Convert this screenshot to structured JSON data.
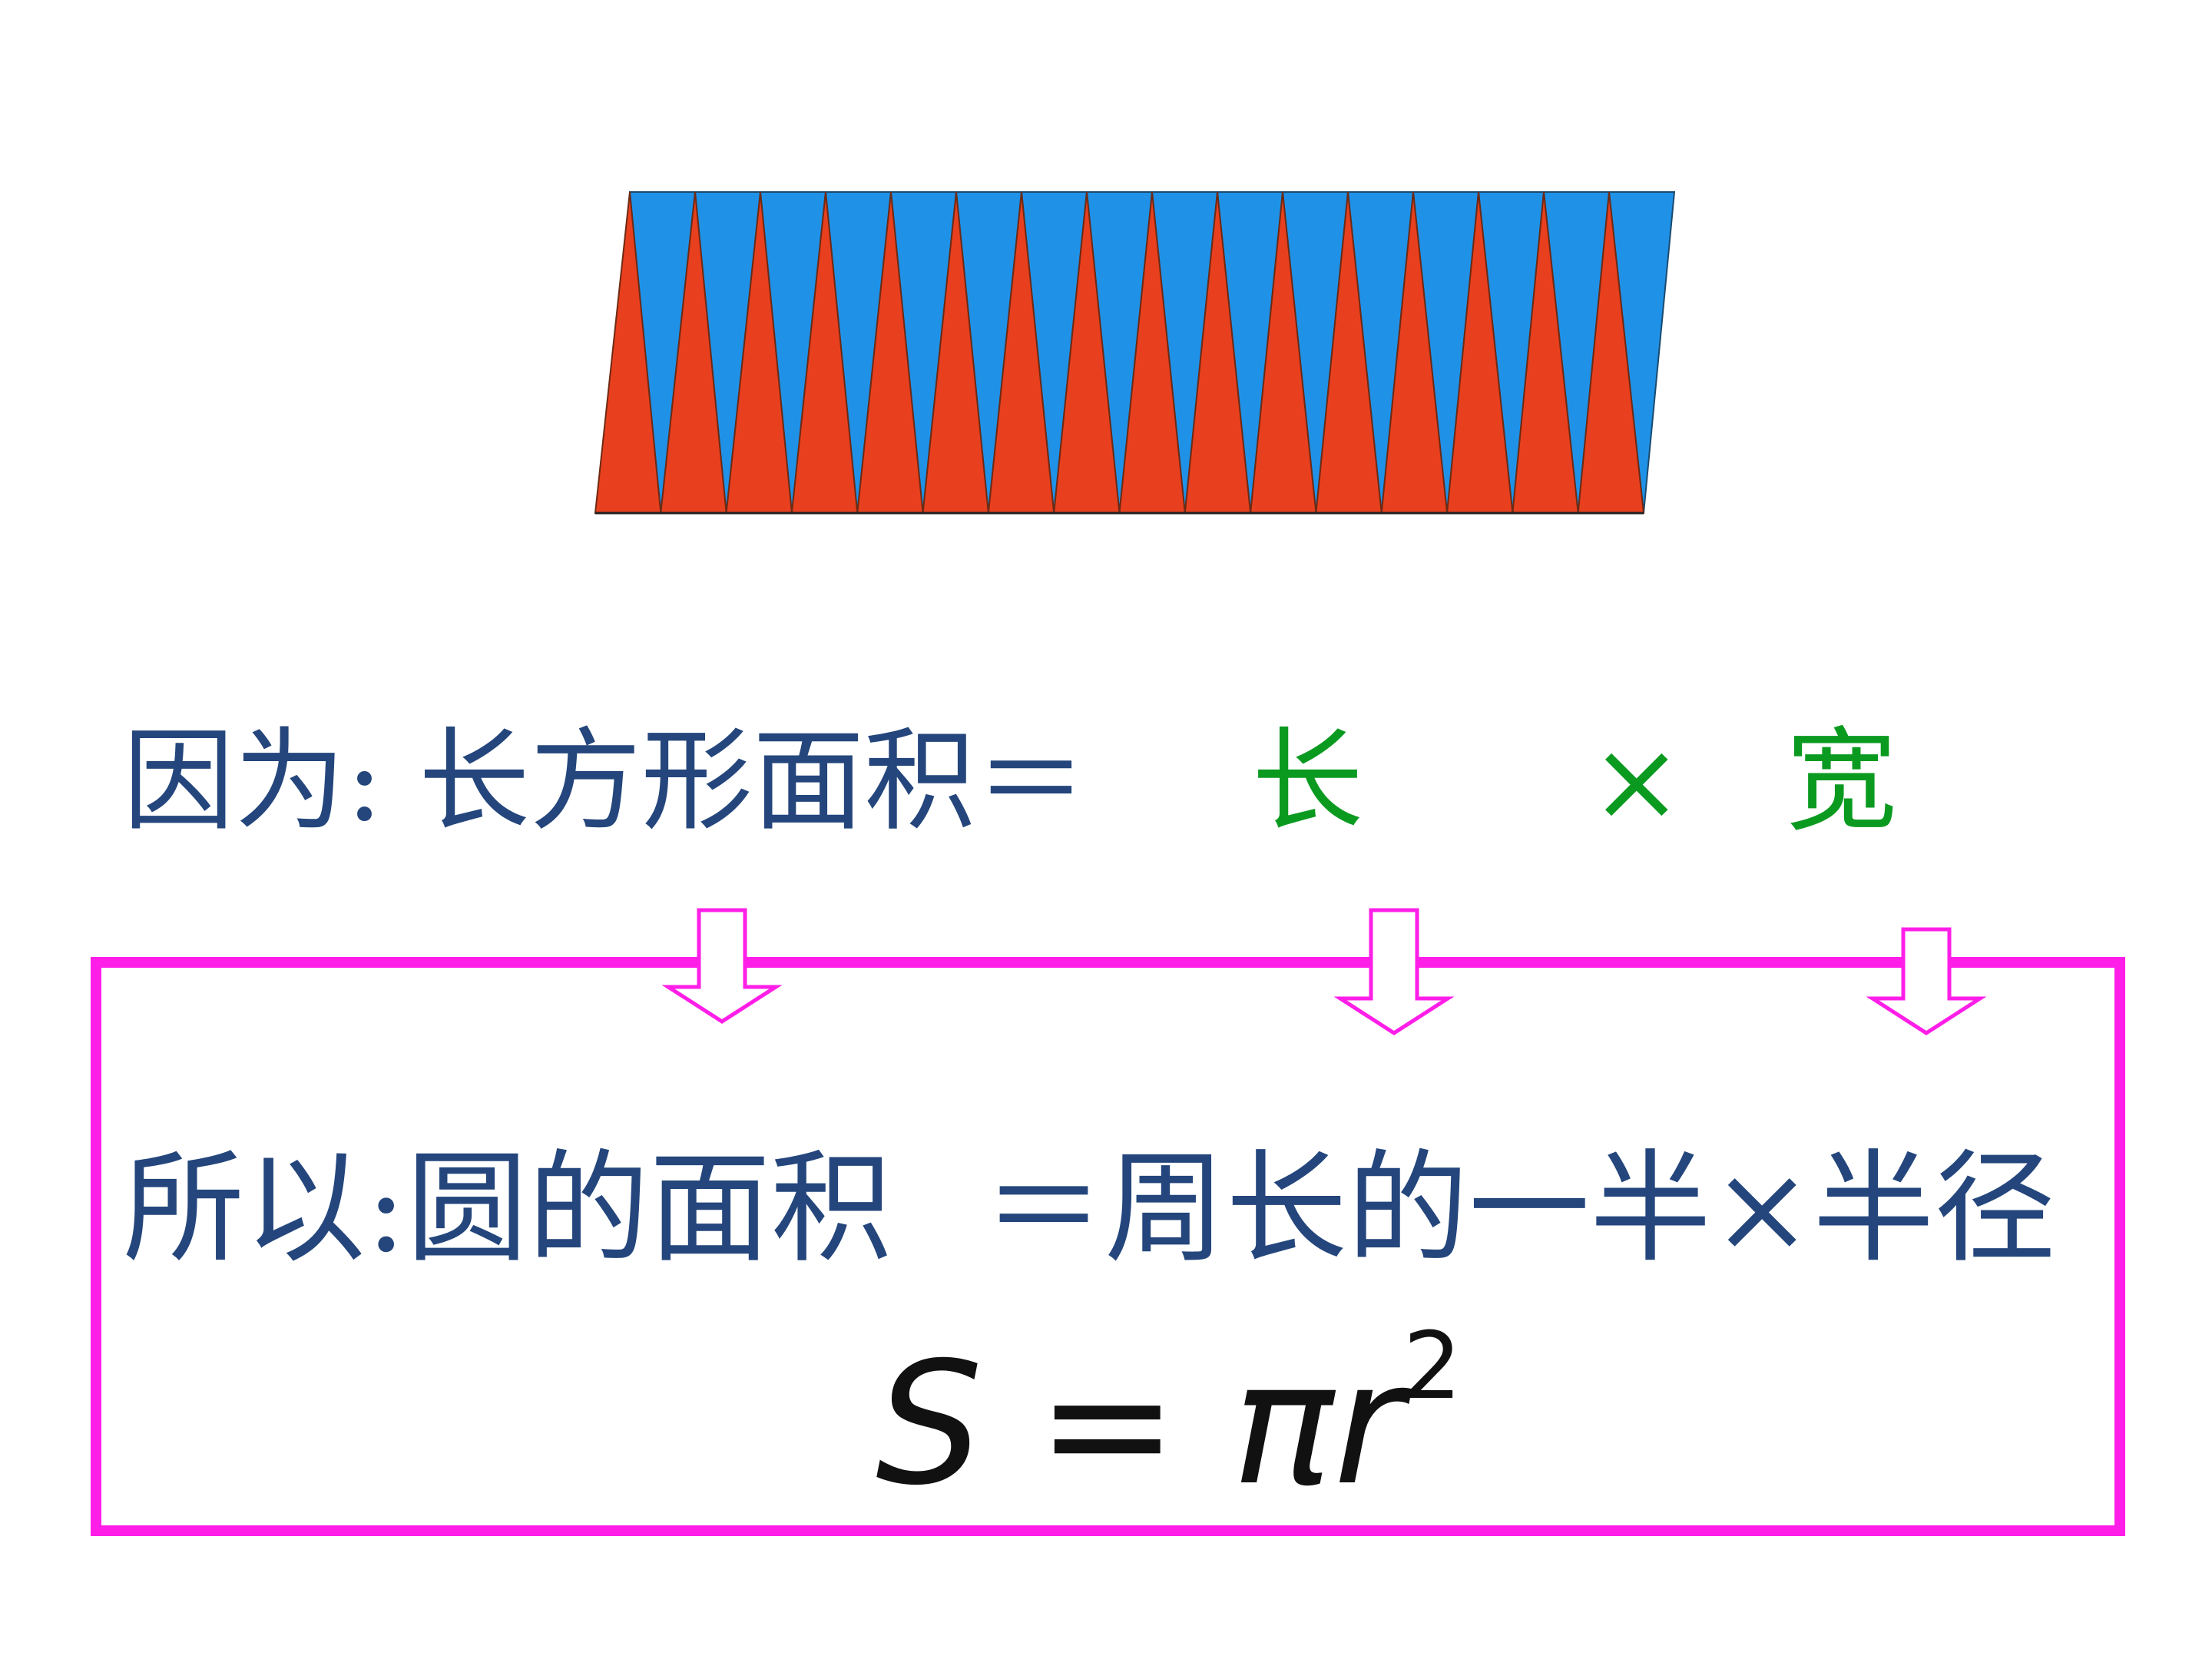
{
  "top_line": {
    "prefix": "因为: 长方形面积＝",
    "length": "长",
    "times": "×",
    "width": "宽"
  },
  "bottom_line": {
    "prefix": "所以:圆的面积",
    "equals": "＝周长的一半×半径"
  },
  "formula": {
    "lhs": "S",
    "eq": "=",
    "rhs": "πr",
    "exponent": "2"
  },
  "colors": {
    "blue_text": "#24467c",
    "green_text": "#0b9a20",
    "magenta": "#ff1ee8",
    "triangle_blue": "#1f92e8",
    "triangle_red": "#e8401e"
  },
  "figure": {
    "description_shapes": "alternating triangles",
    "triangle_count_up": 16,
    "triangle_count_down": 16
  }
}
